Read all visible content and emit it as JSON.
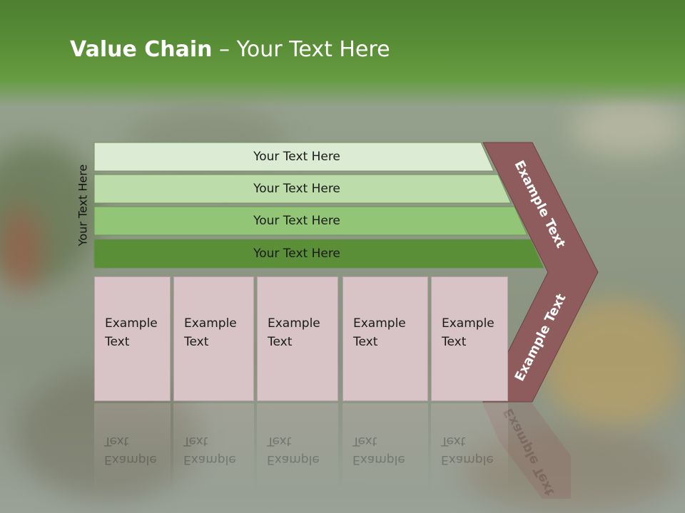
{
  "slide": {
    "title_bold": "Value Chain",
    "title_rest": " – Your Text Here",
    "vertical_label": "Your Text Here"
  },
  "bars": [
    {
      "label": "Your Text Here",
      "color": "#dcebd4"
    },
    {
      "label": "Your Text Here",
      "color": "#bcdcaa"
    },
    {
      "label": "Your Text Here",
      "color": "#93c577"
    },
    {
      "label": "Your Text Here",
      "color": "#5a8f38"
    }
  ],
  "boxes": [
    {
      "line1": "Example",
      "line2": "Text"
    },
    {
      "line1": "Example",
      "line2": "Text"
    },
    {
      "line1": "Example",
      "line2": "Text"
    },
    {
      "line1": "Example",
      "line2": "Text"
    },
    {
      "line1": "Example",
      "line2": "Text"
    }
  ],
  "chevron": {
    "top_label": "Example Text",
    "bottom_label": "Example Text",
    "color": "#8e5c5c"
  }
}
